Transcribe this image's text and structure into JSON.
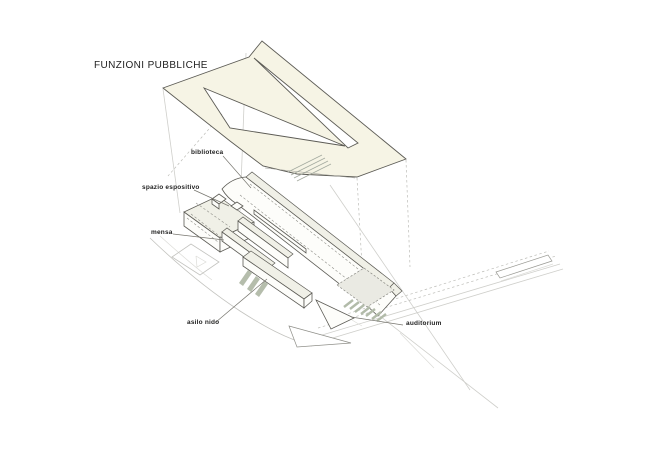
{
  "title": "FUNZIONI PUBBLICHE",
  "diagram": {
    "type": "axonometric-architecture-diagram",
    "description": "exploded axonometric of public functions: N-shaped roof plane above building volumes",
    "labels": [
      {
        "id": "biblioteca",
        "text": "biblioteca"
      },
      {
        "id": "spazio-espositivo",
        "text": "spazio espositivo"
      },
      {
        "id": "mensa",
        "text": "mensa"
      },
      {
        "id": "asilo-nido",
        "text": "asilo nido"
      },
      {
        "id": "auditorium",
        "text": "auditorium"
      }
    ]
  },
  "colors": {
    "background": "#ffffff",
    "roof": "#f6f4e5",
    "outline": "#5c5b55",
    "hatch": "#b2bba9",
    "faint": "#cfcfcb",
    "label": "#1f1f1f"
  }
}
